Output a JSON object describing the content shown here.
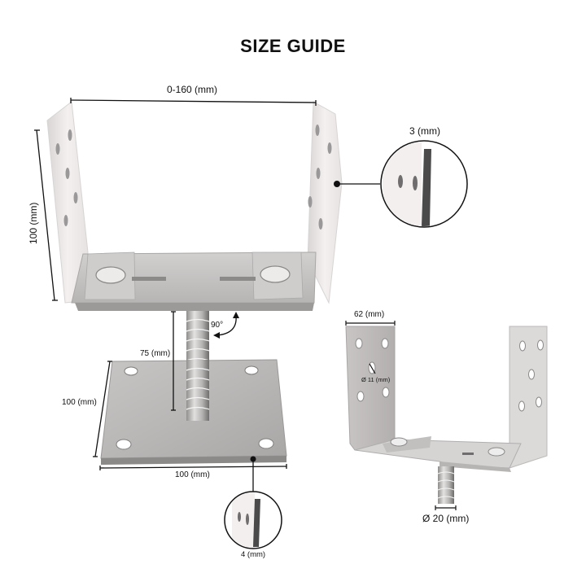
{
  "title": "SIZE GUIDE",
  "colors": {
    "background": "#ffffff",
    "text": "#111111",
    "dimension_line": "#111111",
    "metal_light": "#e9e6e6",
    "metal_mid": "#c9c7c6",
    "metal_dark": "#9a9898",
    "thickness_bar": "#4a4a4a"
  },
  "main_bracket": {
    "width_label": "0-160 (mm)",
    "height_label": "100 (mm)",
    "thickness_callout": {
      "label": "3 (mm)"
    },
    "stem_height_label": "75 (mm)",
    "angle_label": "90°"
  },
  "base_plate": {
    "depth_label": "100 (mm)",
    "width_label": "100 (mm)",
    "thickness_callout": {
      "label": "4 (mm)"
    }
  },
  "side_bracket": {
    "flange_width_label": "62 (mm)",
    "hole_diameter_label": "Ø 11 (mm)",
    "stem_diameter_label": "Ø 20 (mm)"
  }
}
